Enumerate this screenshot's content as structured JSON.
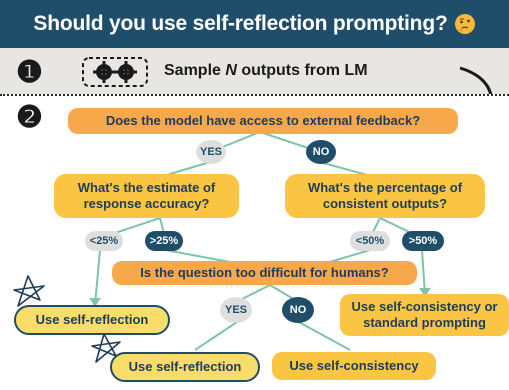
{
  "title": "Should you use self-reflection prompting?",
  "step1": {
    "number": "❶",
    "text_prefix": "Sample ",
    "text_var": "N",
    "text_suffix": " outputs from LM"
  },
  "step2": {
    "number": "❷"
  },
  "nodes": {
    "external_feedback": "Does the model have access to external feedback?",
    "estimate_accuracy": "What's the estimate of response accuracy?",
    "percentage_consistent": "What's the percentage of consistent outputs?",
    "too_difficult": "Is the question too difficult for humans?",
    "use_self_reflection_1": "Use self-reflection",
    "use_self_consistency_or_standard": "Use self-consistency or standard prompting",
    "use_self_reflection_2": "Use self-reflection",
    "use_self_consistency": "Use self-consistency"
  },
  "edges": {
    "yes_1": "YES",
    "no_1": "NO",
    "lt25": "<25%",
    "gt25": ">25%",
    "lt50": "<50%",
    "gt50": ">50%",
    "yes_2": "YES",
    "no_2": "NO"
  },
  "colors": {
    "header": "#1f4e6b",
    "node_yellow": "#f9c542",
    "node_orange": "#f7a84a",
    "line_green": "#7fc3a8",
    "pill_gray": "#dedede"
  },
  "icons": [
    "gears-icon",
    "thinking-face-icon",
    "curved-arrow-icon",
    "star-doodle-icon"
  ]
}
